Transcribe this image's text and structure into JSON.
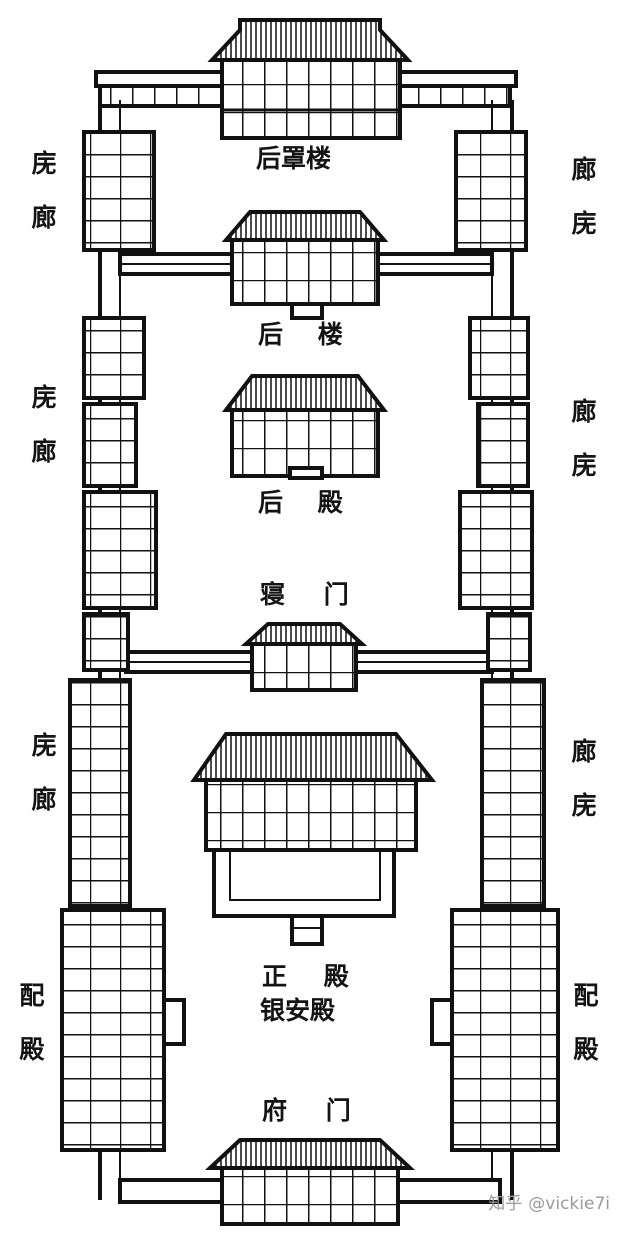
{
  "labels": {
    "hou_zhao_lou": "后罩楼",
    "hou_lou": "后 楼",
    "hou_dian": "后 殿",
    "qin_men": "寝 门",
    "zheng_dian": "正 殿",
    "yin_an_dian": "银安殿",
    "fu_men": "府 门",
    "left_lang_1": "庑 廊",
    "left_lang_2": "庑 廊",
    "left_lang_3": "庑 廊",
    "right_lang_1": "廊 庑",
    "right_lang_2": "廊 庑",
    "right_lang_3": "廊 庑",
    "left_pei_dian": "配 殿",
    "right_pei_dian": "配 殿"
  },
  "watermark": {
    "site": "知乎",
    "handle": "@vickie7i"
  },
  "colors": {
    "ink": "#141414",
    "paper": "#ffffff",
    "watermark": "#9a9a9a"
  }
}
